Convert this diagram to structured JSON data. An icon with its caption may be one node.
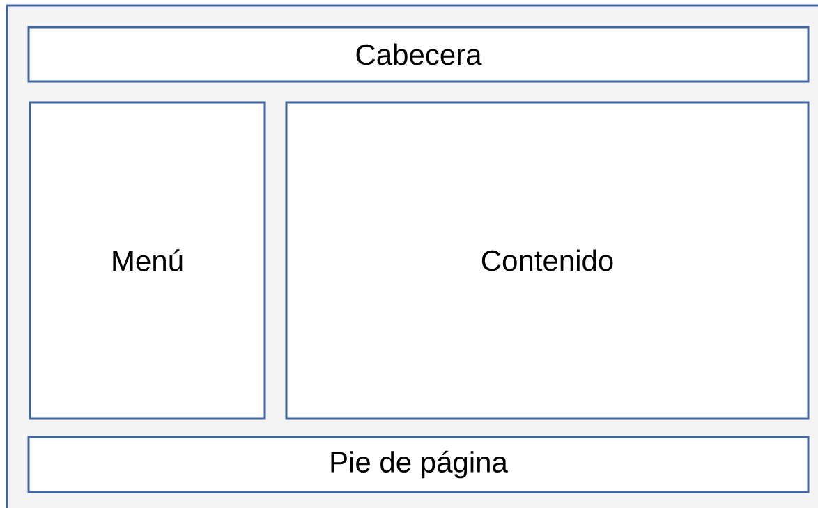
{
  "diagram": {
    "nodes": [
      {
        "text": [],
        "shape": "box"
      },
      {
        "text": [
          "Cabecera"
        ],
        "in": 0
      },
      {
        "text": [
          "Menú"
        ],
        "in": 0
      },
      {
        "text": [
          "Contenido"
        ],
        "in": 0
      },
      {
        "text": [
          "Pie de página"
        ],
        "in": 0
      }
    ]
  }
}
